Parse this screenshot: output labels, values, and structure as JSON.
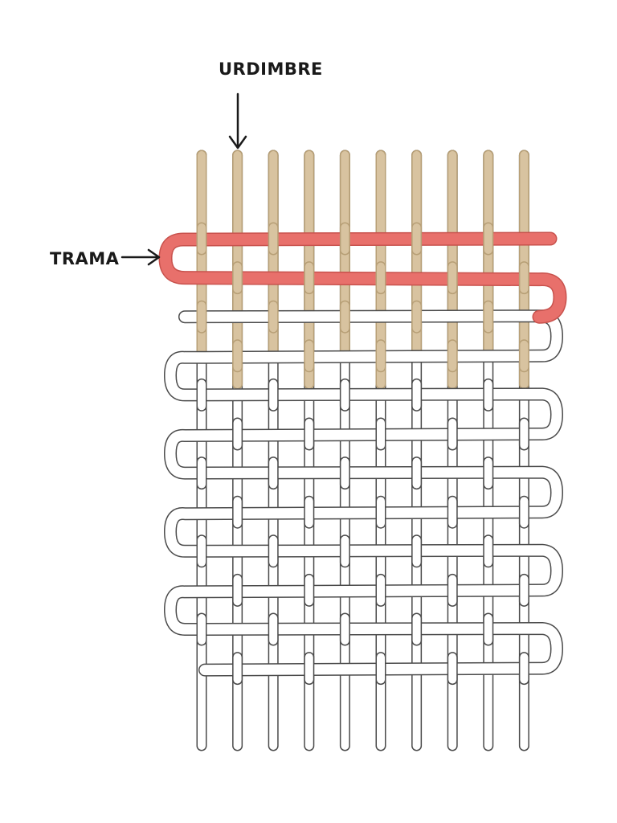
{
  "labels": {
    "warp": "URDIMBRE",
    "weft": "TRAMA"
  },
  "colors": {
    "warp_upper": "#d8c3a0",
    "warp_upper_outline": "#b79f76",
    "weft_highlight": "#e8706b",
    "weft_highlight_outline": "#c8524d",
    "thread_outline": "#4a4a4a",
    "thread_fill": "#ffffff",
    "label": "#1a1a1a"
  },
  "weave": {
    "warp_threads": 10,
    "weft_rows": 12,
    "highlighted_weft_rows": 2
  }
}
